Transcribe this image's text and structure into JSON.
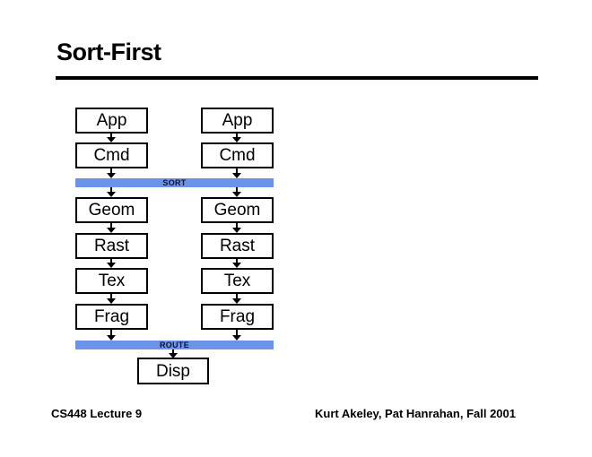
{
  "slide": {
    "title": "Sort-First",
    "footer_left": "CS448 Lecture 9",
    "footer_right": "Kurt Akeley, Pat Hanrahan, Fall 2001"
  },
  "diagram": {
    "type": "parallel-rendering-pipeline",
    "columns": 2,
    "stage_labels": [
      "App",
      "Cmd",
      "Geom",
      "Rast",
      "Tex",
      "Frag"
    ],
    "sort_label": "SORT",
    "route_label": "ROUTE",
    "display_label": "Disp"
  },
  "colors": {
    "bar_blue": "#6b94e8",
    "box_border": "#000000",
    "background": "#ffffff"
  }
}
